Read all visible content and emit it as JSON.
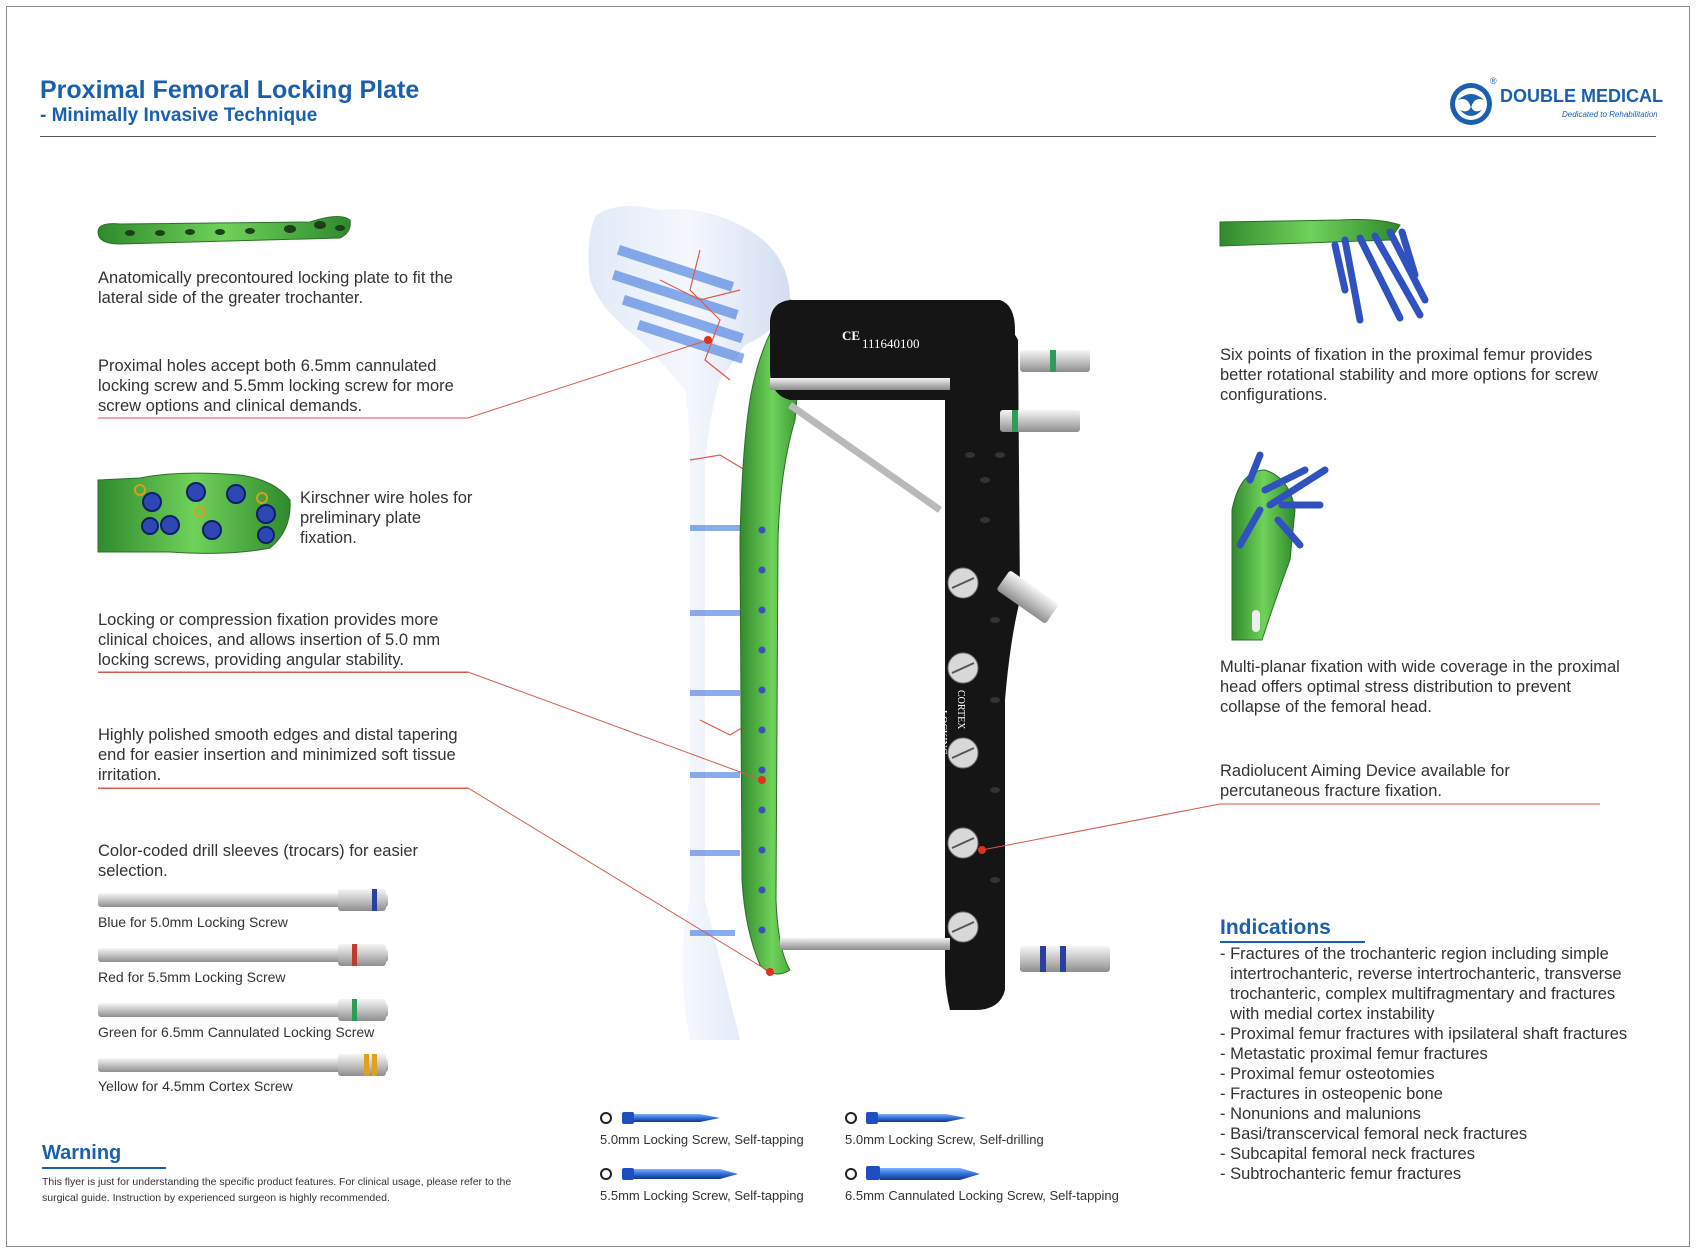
{
  "header": {
    "title": "Proximal Femoral Locking Plate",
    "subtitle": "- Minimally Invasive Technique"
  },
  "logo": {
    "name": "DOUBLE MEDICAL",
    "tagline": "Dedicated to Rehabilitation",
    "registered": "®",
    "icon": "double-medical-logo-icon"
  },
  "features_left": [
    "Anatomically precontoured locking plate to fit the lateral side of the greater trochanter.",
    "Proximal holes accept both 6.5mm cannulated locking screw and 5.5mm locking screw for more screw options and clinical demands.",
    "Kirschner wire holes for preliminary plate fixation.",
    "Locking or compression fixation provides more clinical choices, and allows insertion of 5.0 mm locking screws, providing angular stability.",
    "Highly polished smooth edges and distal tapering end for easier insertion and minimized soft tissue irritation.",
    "Color-coded drill sleeves (trocars) for easier selection."
  ],
  "drill_sleeves": [
    {
      "label": "Blue for 5.0mm Locking Screw",
      "color": "#2b3f9e"
    },
    {
      "label": "Red for 5.5mm Locking Screw",
      "color": "#c0392b"
    },
    {
      "label": "Green for 6.5mm Cannulated Locking Screw",
      "color": "#2e9b57"
    },
    {
      "label": "Yellow for 4.5mm Cortex Screw",
      "color": "#e0a020"
    }
  ],
  "features_right": [
    "Six points of fixation in the proximal femur provides better rotational stability and more options for screw configurations.",
    "Multi-planar fixation with wide coverage in the proximal head offers optimal stress distribution to prevent collapse of the femoral head.",
    "Radiolucent Aiming Device available for percutaneous fracture fixation."
  ],
  "aiming_device": {
    "ce_mark": "CE",
    "serial": "111640100",
    "locking_label": "LOCKING",
    "cortex_label": "CORTEX"
  },
  "indications": {
    "heading": "Indications",
    "items": [
      "- Fractures of the trochanteric region including simple intertrochanteric, reverse intertrochanteric, transverse trochanteric, complex multifragmentary and fractures with medial cortex instability",
      "- Proximal femur fractures with ipsilateral shaft fractures",
      "- Metastatic proximal femur fractures",
      "- Proximal femur osteotomies",
      "- Fractures in osteopenic bone",
      "- Nonunions and malunions",
      "- Basi/transcervical femoral neck fractures",
      "- Subcapital femoral neck fractures",
      "- Subtrochanteric femur fractures"
    ]
  },
  "screws": [
    {
      "label": "5.0mm Locking Screw, Self-tapping"
    },
    {
      "label": "5.0mm Locking Screw, Self-drilling"
    },
    {
      "label": "5.5mm Locking Screw, Self-tapping"
    },
    {
      "label": "6.5mm Cannulated Locking Screw, Self-tapping"
    }
  ],
  "warning": {
    "heading": "Warning",
    "text": "This flyer is just for understanding the specific product features. For clinical usage, please refer to the surgical guide. Instruction by experienced surgeon is highly recommended."
  },
  "colors": {
    "brand_blue": "#1a5fb0",
    "plate_green": "#5cc04a",
    "callout_red": "#d45a4a",
    "device_black": "#151515",
    "screw_blue": "#2f6fd6"
  }
}
